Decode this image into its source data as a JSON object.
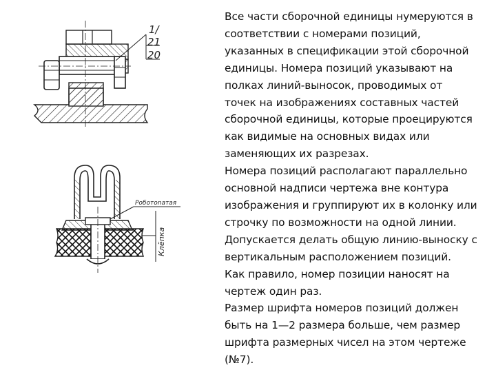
{
  "annotations": {
    "top_marks": [
      "1/",
      "21",
      "20"
    ],
    "small_label": "Роботоnатая",
    "side_label": "Клёпка"
  },
  "text_lines": [
    "Все части сборочной единицы нумеруются в",
    "соответствии с номерами позиций,",
    "указанных в спецификации этой сборочной",
    "единицы. Номера позиций указывают на",
    "полках линий-выносок, проводимых от",
    "точек на изображениях составных частей",
    "сборочной единицы, которые проецируются",
    "как видимые на основных видах или",
    "заменяющих их разрезах.",
    "Номера позиций располагают параллельно",
    "основной надписи чертежа вне контура",
    "изображения и группируют их в колонку или",
    "строчку по возможности на одной линии.",
    "Допускается делать общую линию-выноску с",
    "вертикальным расположением позиций.",
    "Как правило, номер позиции наносят на",
    "чертеж один раз.",
    "Размер шрифта номеров позиций должен",
    "быть на 1—2 размера больше, чем размер",
    "шрифта размерных чисел на этом чертеже",
    "(№7)."
  ]
}
